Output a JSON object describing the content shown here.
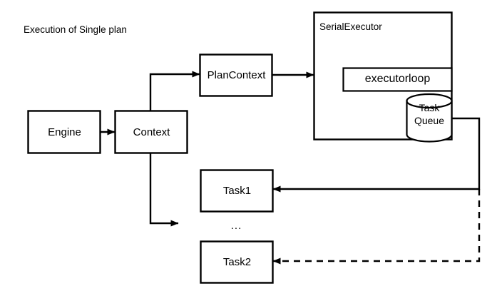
{
  "diagram": {
    "title": "Execution of Single plan",
    "background_color": "#ffffff",
    "stroke_color": "#000000",
    "type": "flowchart",
    "nodes": {
      "engine": {
        "label": "Engine",
        "shape": "rectangle"
      },
      "context": {
        "label": "Context",
        "shape": "rectangle"
      },
      "plan_context": {
        "label": "PlanContext",
        "shape": "rectangle"
      },
      "serial_executor": {
        "label": "SerialExecutor",
        "shape": "container-rectangle"
      },
      "executor_loop": {
        "label": "executorloop",
        "shape": "rectangle"
      },
      "task_queue": {
        "label_line1": "Task",
        "label_line2": "Queue",
        "shape": "cylinder"
      },
      "task1": {
        "label": "Task1",
        "shape": "rectangle"
      },
      "task2": {
        "label": "Task2",
        "shape": "rectangle"
      },
      "ellipsis": {
        "label": "..."
      }
    },
    "edges": [
      {
        "from": "engine",
        "to": "context",
        "style": "solid",
        "arrow": "filled-triangle"
      },
      {
        "from": "context",
        "to": "plan_context",
        "style": "solid",
        "arrow": "filled-triangle"
      },
      {
        "from": "plan_context",
        "to": "serial_executor",
        "style": "solid",
        "arrow": "filled-triangle"
      },
      {
        "from": "context",
        "to": "down",
        "style": "solid",
        "arrow": "filled-triangle"
      },
      {
        "from": "task_queue",
        "to": "task1",
        "style": "solid",
        "arrow": "filled-triangle"
      },
      {
        "from": "task_queue",
        "to": "task2",
        "style": "dashed",
        "arrow": "filled-triangle"
      }
    ]
  }
}
